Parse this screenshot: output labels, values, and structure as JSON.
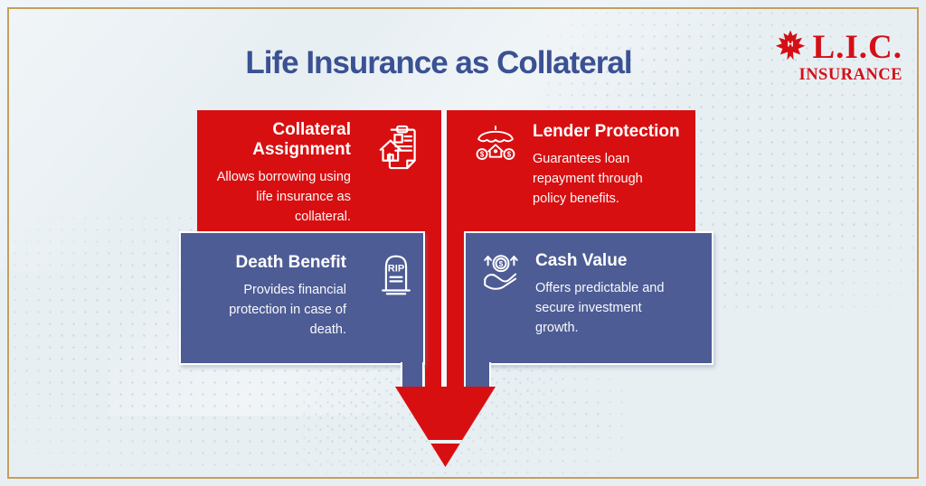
{
  "header": {
    "title": "Life Insurance as Collateral"
  },
  "logo": {
    "name": "L.I.C.",
    "subtitle": "INSURANCE",
    "icon": "maple-leaf-icon"
  },
  "cards": [
    {
      "title": "Collateral Assignment",
      "description": "Allows borrowing using life insurance as collateral.",
      "icon": "clipboard-house-icon",
      "color": "#d80f11",
      "position": "top-left"
    },
    {
      "title": "Lender Protection",
      "description": "Guarantees loan repayment through policy benefits.",
      "icon": "umbrella-house-coins-icon",
      "color": "#d80f11",
      "position": "top-right"
    },
    {
      "title": "Death Benefit",
      "description": "Provides financial protection in case of death.",
      "icon": "tombstone-rip-icon",
      "color": "#4d5c94",
      "position": "bottom-left"
    },
    {
      "title": "Cash Value",
      "description": "Offers predictable and secure investment growth.",
      "icon": "hand-coin-arrows-icon",
      "color": "#4d5c94",
      "position": "bottom-right"
    }
  ],
  "icon_labels": {
    "tombstone_text": "RIP",
    "coin_symbol": "$"
  },
  "colors": {
    "card_red": "#d80f11",
    "card_blue": "#4d5c94",
    "title_blue": "#3a5193",
    "logo_red": "#d40f16",
    "gold_border": "#c79e5e",
    "background": "#e8eff3",
    "card_text": "#ffffff",
    "arrow_red": "#d80f11"
  }
}
